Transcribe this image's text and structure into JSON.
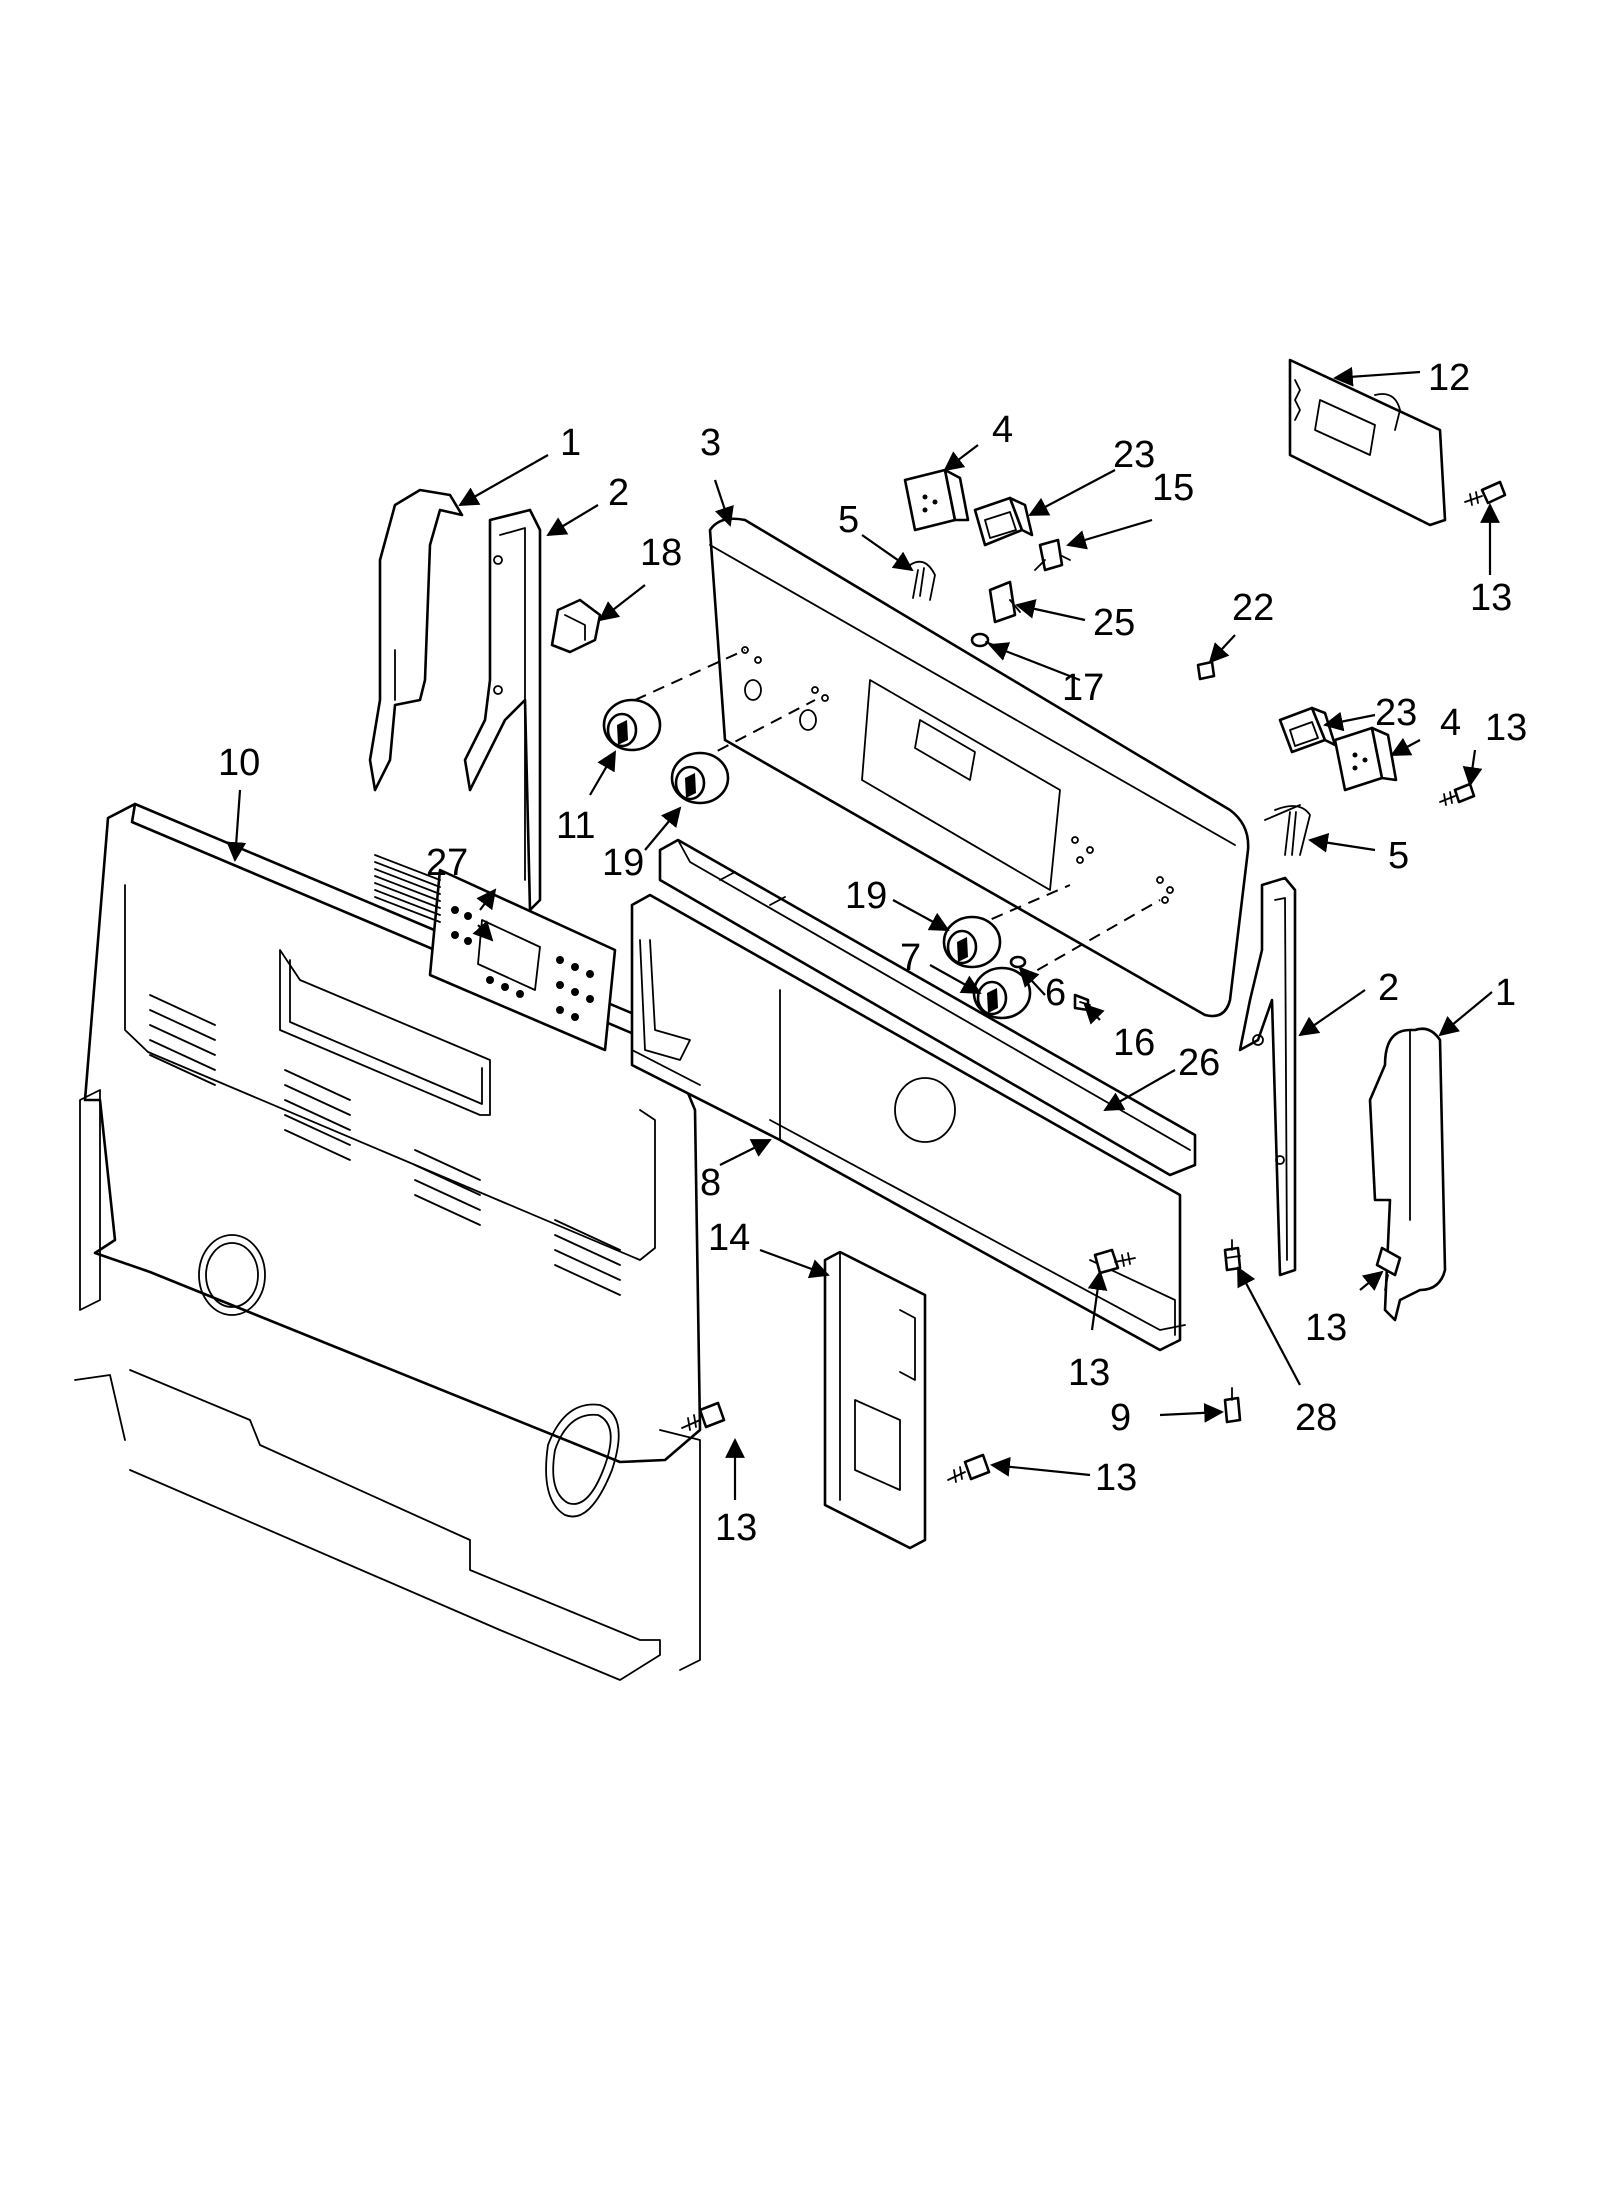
{
  "diagram": {
    "callouts": [
      {
        "id": "c1a",
        "label": "1"
      },
      {
        "id": "c2a",
        "label": "2"
      },
      {
        "id": "c3",
        "label": "3"
      },
      {
        "id": "c4a",
        "label": "4"
      },
      {
        "id": "c5a",
        "label": "5"
      },
      {
        "id": "c23a",
        "label": "23"
      },
      {
        "id": "c15",
        "label": "15"
      },
      {
        "id": "c12",
        "label": "12"
      },
      {
        "id": "c13a",
        "label": "13"
      },
      {
        "id": "c18",
        "label": "18"
      },
      {
        "id": "c25",
        "label": "25"
      },
      {
        "id": "c22",
        "label": "22"
      },
      {
        "id": "c17",
        "label": "17"
      },
      {
        "id": "c23b",
        "label": "23"
      },
      {
        "id": "c4b",
        "label": "4"
      },
      {
        "id": "c13b",
        "label": "13"
      },
      {
        "id": "c5b",
        "label": "5"
      },
      {
        "id": "c10",
        "label": "10"
      },
      {
        "id": "c11",
        "label": "11"
      },
      {
        "id": "c19a",
        "label": "19"
      },
      {
        "id": "c27",
        "label": "27"
      },
      {
        "id": "c19b",
        "label": "19"
      },
      {
        "id": "c7",
        "label": "7"
      },
      {
        "id": "c6",
        "label": "6"
      },
      {
        "id": "c16",
        "label": "16"
      },
      {
        "id": "c2b",
        "label": "2"
      },
      {
        "id": "c1b",
        "label": "1"
      },
      {
        "id": "c26",
        "label": "26"
      },
      {
        "id": "c8",
        "label": "8"
      },
      {
        "id": "c14",
        "label": "14"
      },
      {
        "id": "c13c",
        "label": "13"
      },
      {
        "id": "c13d",
        "label": "13"
      },
      {
        "id": "c9",
        "label": "9"
      },
      {
        "id": "c28",
        "label": "28"
      },
      {
        "id": "c13e",
        "label": "13"
      },
      {
        "id": "c13f",
        "label": "13"
      }
    ]
  }
}
